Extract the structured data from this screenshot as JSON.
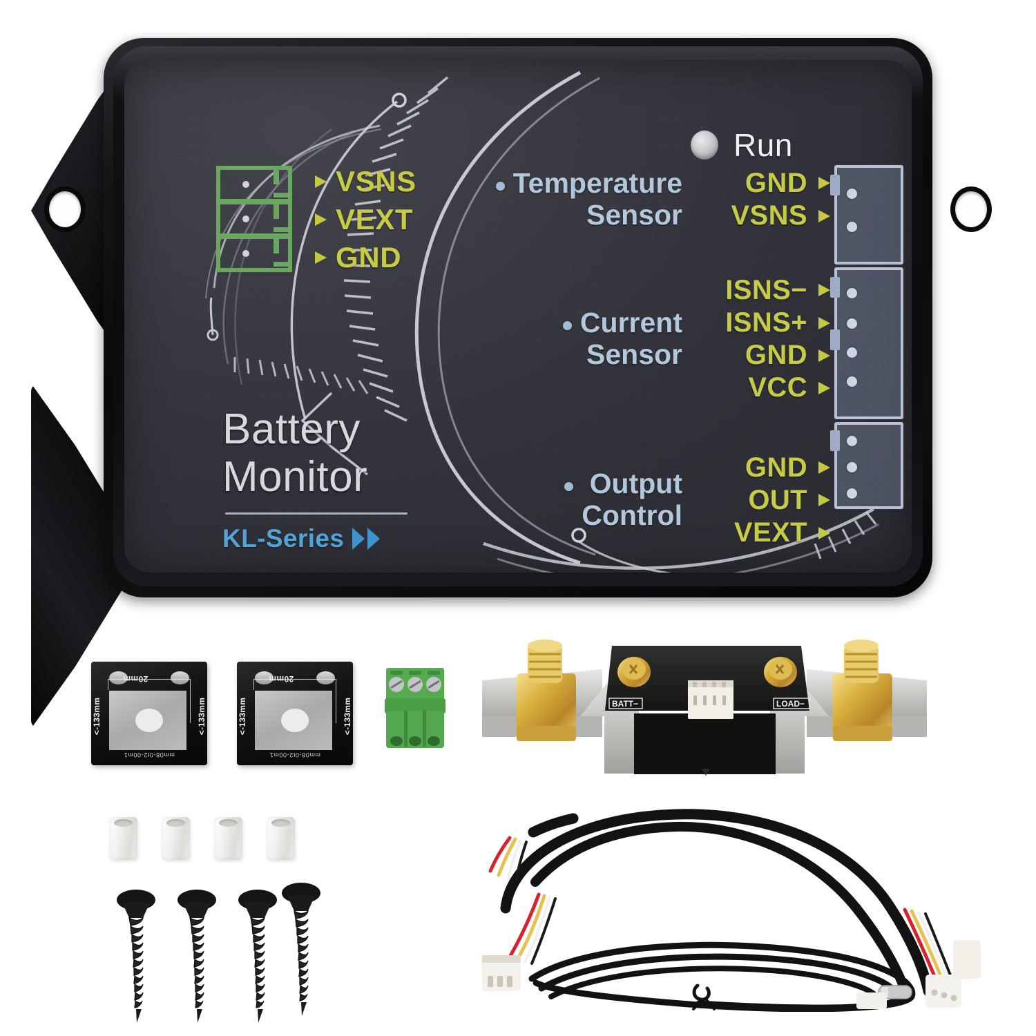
{
  "product": {
    "brand_line_1": "Battery",
    "brand_line_2": "Monitor",
    "series_label": "KL-Series",
    "series_chevron_icon": "double-chevron-right-icon"
  },
  "status_indicator": {
    "label": "Run",
    "led_icon": "led-indicator-icon",
    "led_color": "#c9c9cc"
  },
  "left_terminal": {
    "graphic_icon": "3-pin-terminal-block-icon",
    "graphic_color": "#6aa861",
    "pins": [
      {
        "label": "VSNS",
        "arrow_icon": "arrow-right-icon"
      },
      {
        "label": "VEXT",
        "arrow_icon": "arrow-right-icon"
      },
      {
        "label": "GND",
        "arrow_icon": "arrow-right-icon"
      }
    ]
  },
  "sensor_groups": [
    {
      "name": "Temperature\nSensor",
      "bullet_icon": "bullet-dot-icon",
      "signals": [
        {
          "label": "GND",
          "arrow_icon": "arrow-right-icon"
        },
        {
          "label": "VSNS",
          "arrow_icon": "arrow-right-icon"
        }
      ]
    },
    {
      "name": "Current\nSensor",
      "bullet_icon": "bullet-dot-icon",
      "signals": [
        {
          "label": "ISNS−",
          "arrow_icon": "arrow-right-icon"
        },
        {
          "label": "ISNS+",
          "arrow_icon": "arrow-right-icon"
        },
        {
          "label": "GND",
          "arrow_icon": "arrow-right-icon"
        },
        {
          "label": "VCC",
          "arrow_icon": "arrow-right-icon"
        }
      ]
    },
    {
      "name": "Output\nControl",
      "bullet_icon": "bullet-dot-icon",
      "signals": [
        {
          "label": "GND",
          "arrow_icon": "arrow-right-icon"
        },
        {
          "label": "OUT",
          "arrow_icon": "arrow-right-icon"
        },
        {
          "label": "VEXT",
          "arrow_icon": "arrow-right-icon"
        }
      ]
    }
  ],
  "connector_silk": {
    "icon": "connector-header-outline-icon",
    "segments": [
      {
        "pin_count": 2
      },
      {
        "pin_count": 4
      },
      {
        "pin_count": 3
      }
    ]
  },
  "colors": {
    "faceplate": "#33333a",
    "shell": "#0c0c0e",
    "signal_yellow": "#c6cd44",
    "group_blue": "#b3c8da",
    "series_blue": "#52a4d8",
    "terminal_green": "#6aa861",
    "silk_white": "#b9c3d6"
  },
  "accessories": {
    "brackets": [
      {
        "name": "mounting-bracket",
        "dim_width": "20mm",
        "dim_height_left": "<-133mm",
        "dim_height_right": "<-133mm",
        "code": "mm08-0t2-00m1"
      },
      {
        "name": "mounting-bracket",
        "dim_width": "20mm",
        "dim_height_left": "<-133mm",
        "dim_height_right": "<-133mm",
        "code": "mm08-0t2-00m1"
      }
    ],
    "green_terminal_plug": {
      "name": "3-pole-screw-terminal-plug",
      "poles": 3,
      "color": "#4fa84a"
    },
    "shunt": {
      "name": "current-shunt-resistor",
      "terminal_left_label": "BATT−",
      "terminal_right_label": "LOAD−",
      "stud_count": 2,
      "screw_count": 2,
      "connector_icon": "4-pin-jst-header-icon"
    },
    "spacers": {
      "name": "nylon-spacer",
      "count": 4
    },
    "screws": {
      "name": "self-tapping-screw",
      "count": 4
    },
    "cables": {
      "harness": {
        "name": "4-wire-harness-cable",
        "connector_icon": "white-4-pin-connector-icon",
        "wire_colors": [
          "#d9232a",
          "#e8c251",
          "#f2f2f2",
          "#1a1a1a"
        ]
      },
      "temp_probe": {
        "name": "temperature-probe-cable",
        "connector_icon": "white-3-pin-connector-icon",
        "probe_icon": "metal-probe-tip-icon"
      }
    }
  }
}
